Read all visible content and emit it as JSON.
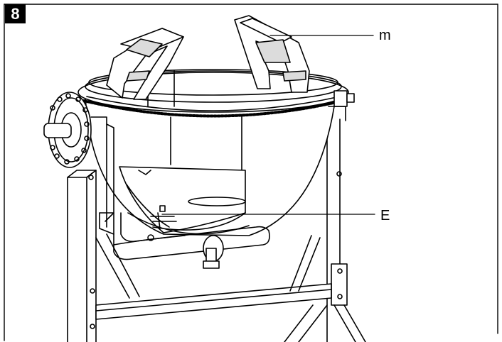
{
  "figure": {
    "number": "8",
    "callouts": {
      "m": "m",
      "e": "E"
    }
  },
  "colors": {
    "line": "#000000",
    "paper": "#ffffff",
    "shade": "#dcdcdc"
  }
}
